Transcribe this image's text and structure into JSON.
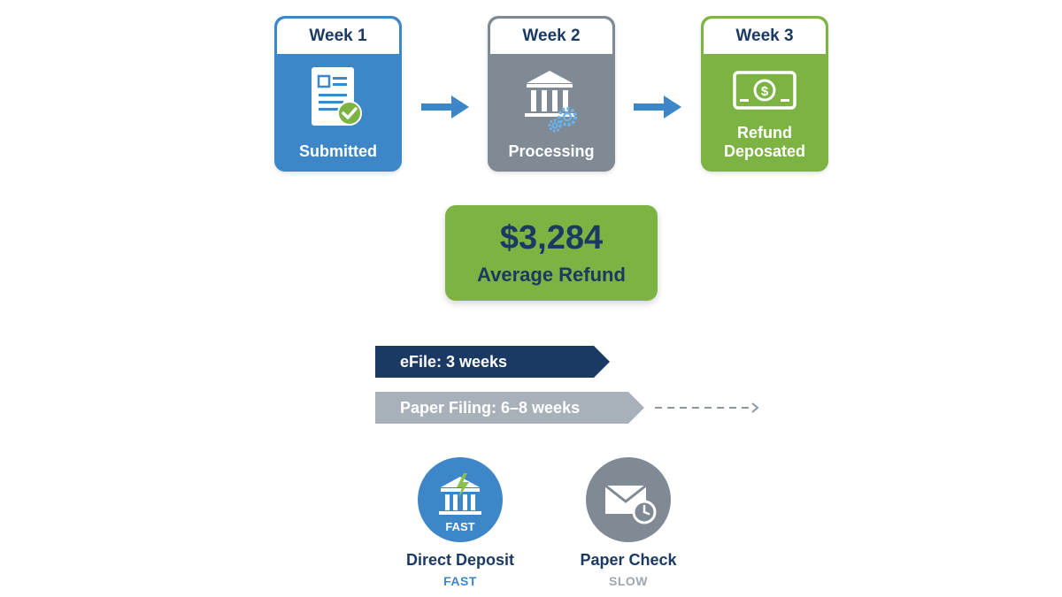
{
  "steps": [
    {
      "week": "Week 1",
      "label": "Submitted",
      "icon": "document-check-icon",
      "color": "#3d87c9"
    },
    {
      "week": "Week 2",
      "label": "Processing",
      "icon": "bank-gears-icon",
      "color": "#7f8a94"
    },
    {
      "week": "Week 3",
      "label": "Refund\nDeposated",
      "icon": "money-bill-icon",
      "color": "#7cb342"
    }
  ],
  "refund": {
    "amount": "$3,284",
    "label": "Average Refund"
  },
  "filing": {
    "efile": "eFile: 3 weeks",
    "paper": "Paper Filing: 6–8 weeks"
  },
  "methods": [
    {
      "name": "Direct Deposit",
      "badge": "FAST",
      "speed": "FAST",
      "speed_color": "#3d87c9",
      "icon": "bank-lightning-icon"
    },
    {
      "name": "Paper Check",
      "speed": "SLOW",
      "speed_color": "#a0a7ad",
      "icon": "envelope-clock-icon"
    }
  ],
  "colors": {
    "navy": "#1b3a63",
    "blue": "#3d87c9",
    "gray": "#7f8a94",
    "green": "#7cb342",
    "light_gray": "#a8b1b9"
  }
}
